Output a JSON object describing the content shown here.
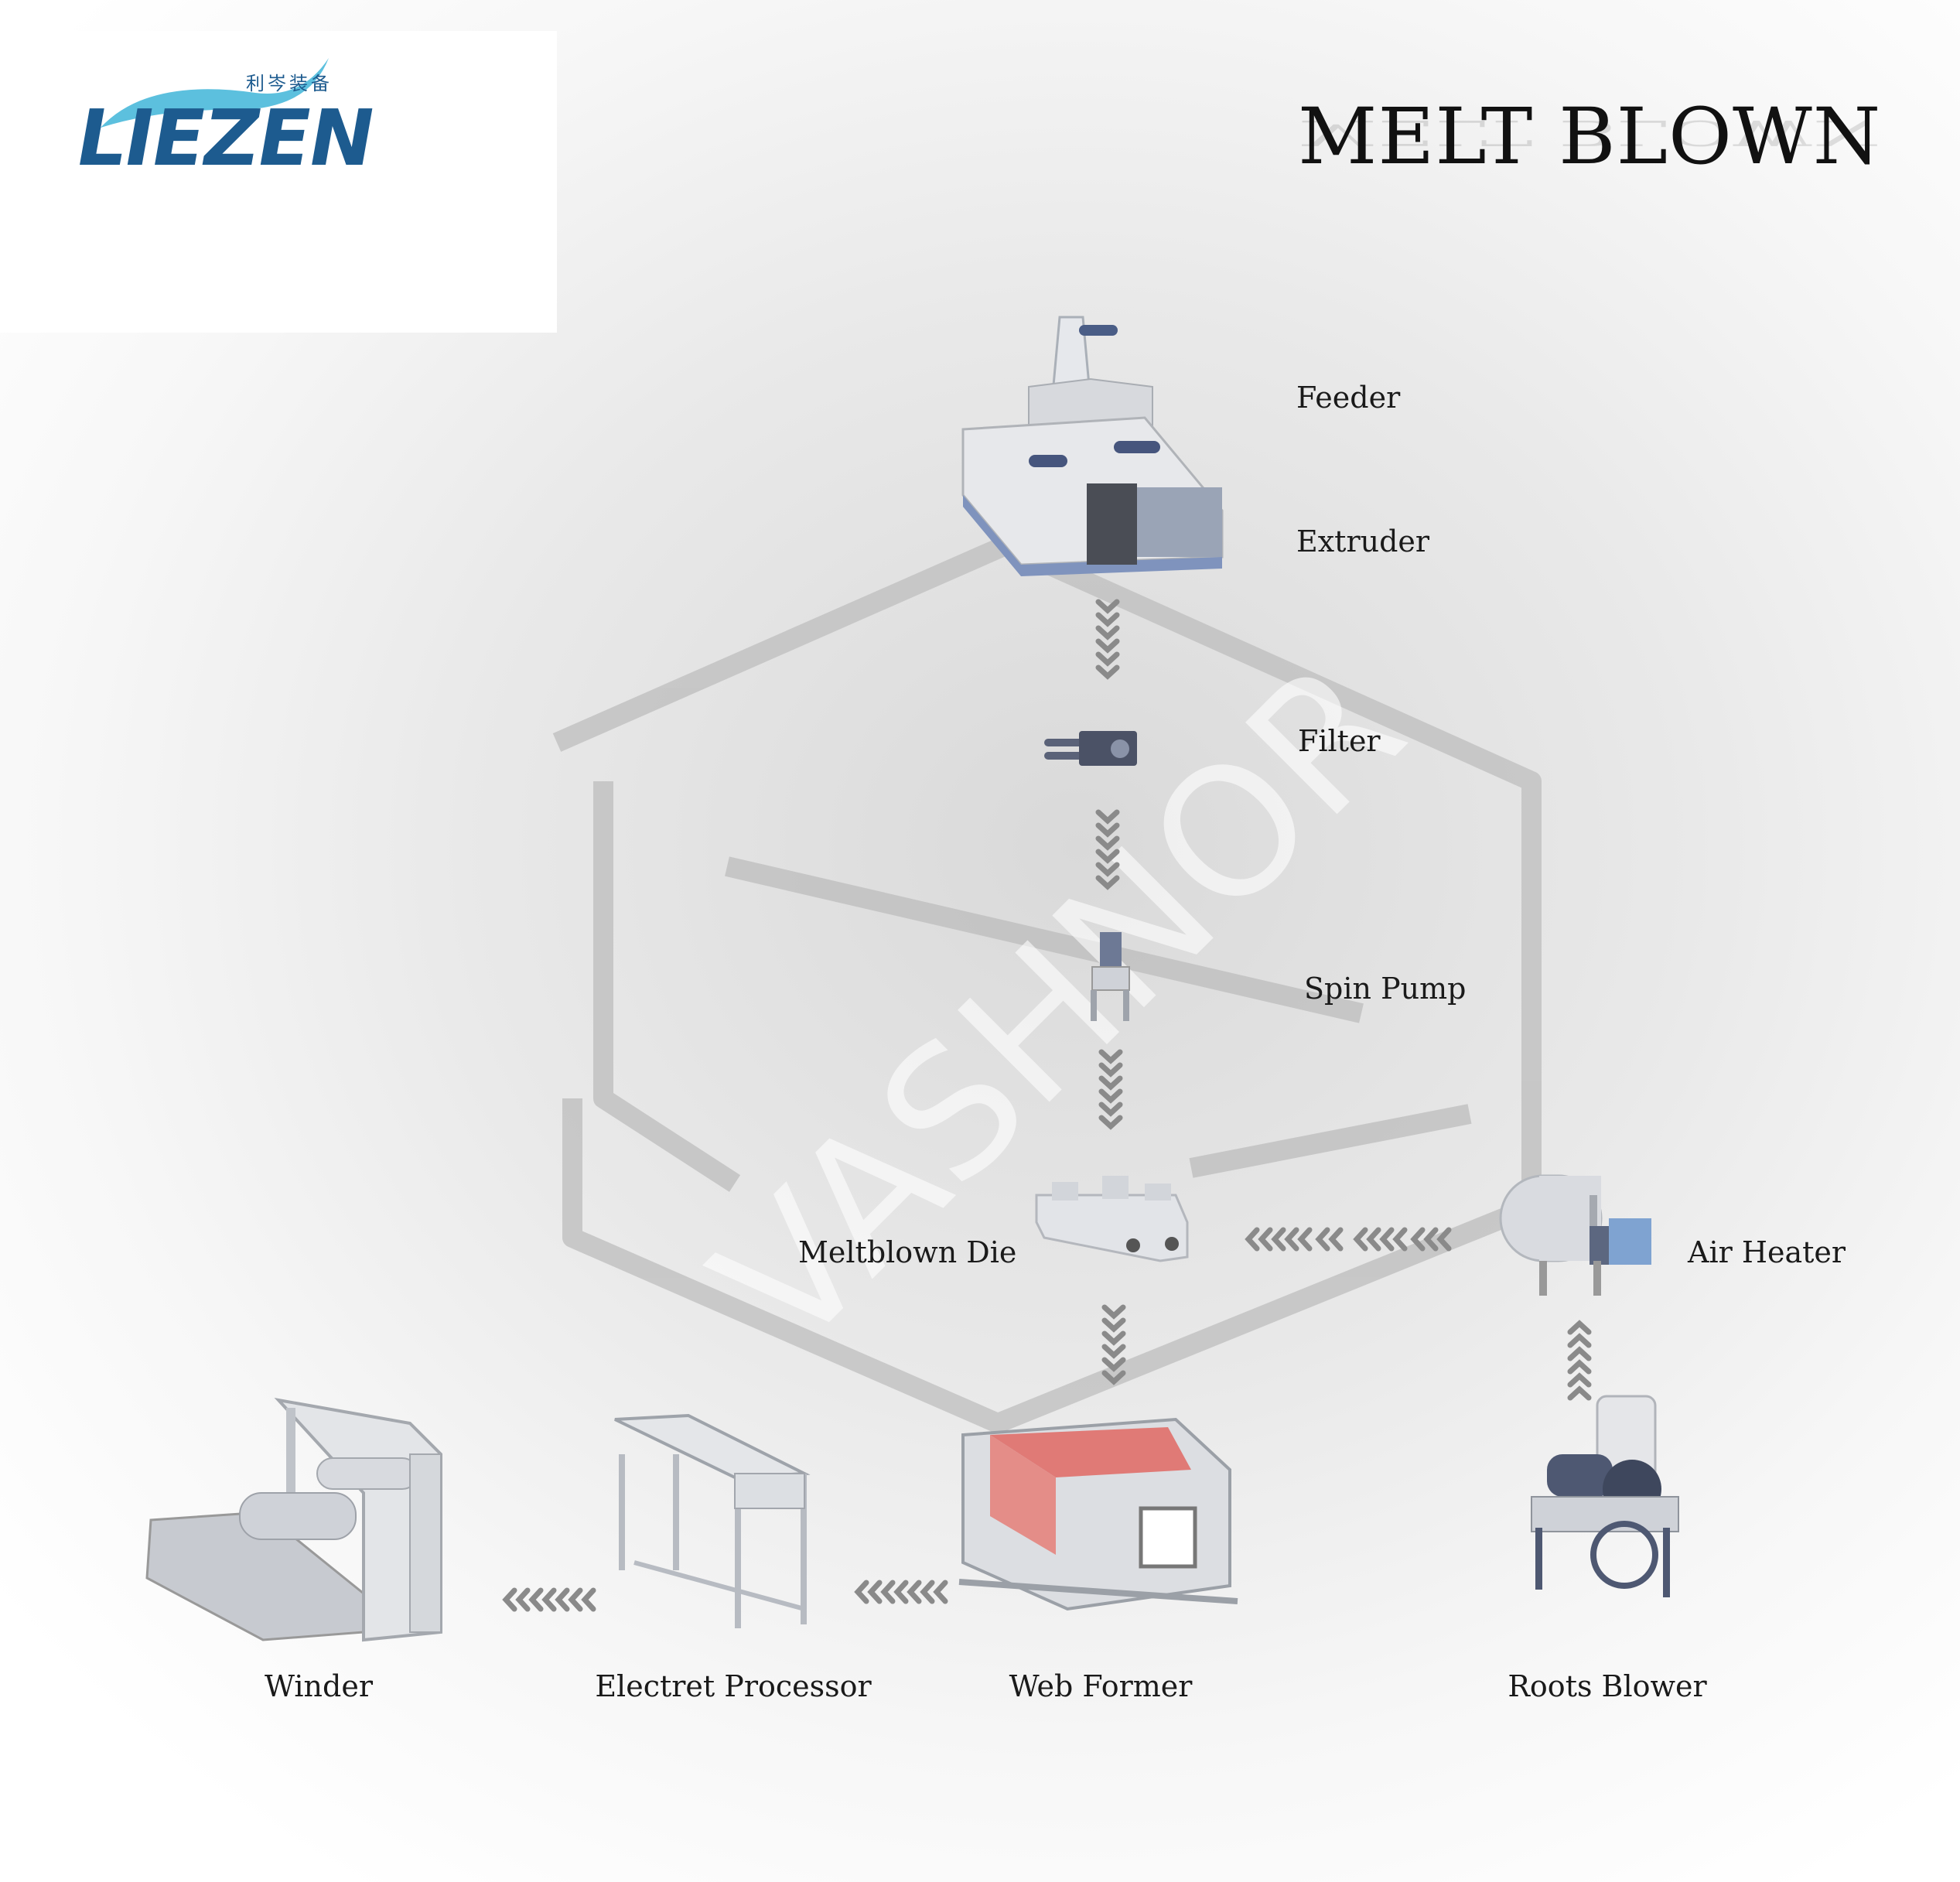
{
  "brand": {
    "name": "LIEZEN",
    "chinese": "利岑装备",
    "color": "#1d5b8f",
    "swoosh_color": "#3fb5d8"
  },
  "title": "MELT BLOWN",
  "watermark": "VASHNOR",
  "components": {
    "feeder": "Feeder",
    "extruder": "Extruder",
    "filter": "Filter",
    "spin_pump": "Spin Pump",
    "meltblown_die": "Meltblown Die",
    "air_heater": "Air Heater",
    "roots_blower": "Roots Blower",
    "web_former": "Web Former",
    "electret_processor": "Electret Processor",
    "winder": "Winder"
  },
  "colors": {
    "steel": "#c9ccd0",
    "steel_dark": "#8d9096",
    "accent_blue": "#8ea3c4",
    "belt_red": "#e07a76",
    "arrow": "#8a8a8a"
  }
}
